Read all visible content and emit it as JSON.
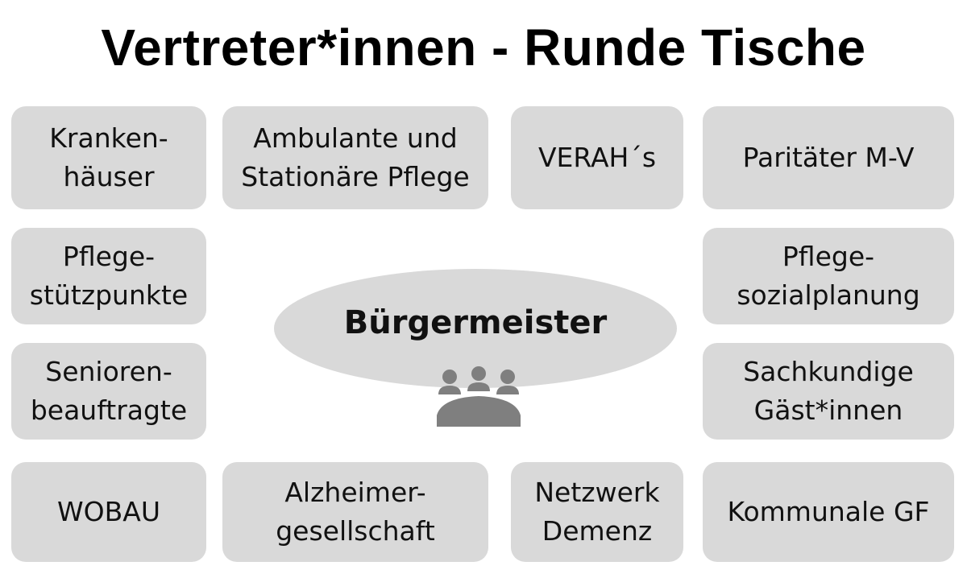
{
  "title": "Vertreter*innen - Runde Tische",
  "center": {
    "label": "Bürgermeister",
    "icon": "meeting-table-icon"
  },
  "boxes": {
    "krankenhaeuser": "Kranken-\nhäuser",
    "ambulante_pflege": "Ambulante und\nStationäre Pflege",
    "verahs": "VERAH´s",
    "paritaeter": "Paritäter M-V",
    "pflegestuetzpunkte": "Pflege-\nstützpunkte",
    "pflegesozialplanung": "Pflege-\nsozialplanung",
    "seniorenbeauftragte": "Senioren-\nbeauftragte",
    "sachkundige": "Sachkundige\nGäst*innen",
    "wobau": "WOBAU",
    "alzheimer": "Alzheimer-\ngesellschaft",
    "netzwerk_demenz": "Netzwerk\nDemenz",
    "kommunale_gf": "Kommunale GF"
  },
  "colors": {
    "box_fill": "#d9d9d9",
    "icon_fill": "#7f7f7f",
    "text": "#111111"
  }
}
